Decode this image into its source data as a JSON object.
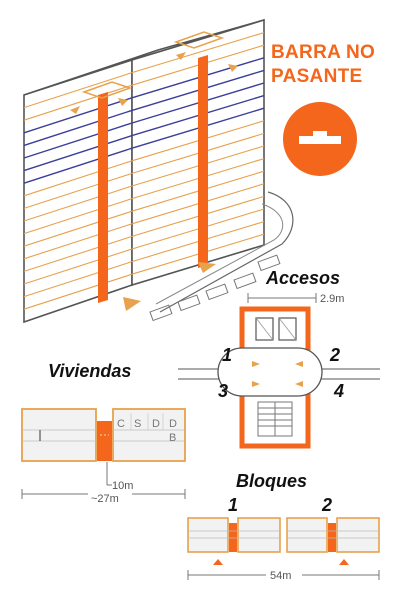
{
  "title": {
    "line1": "BARRA NO",
    "line2": "PASANTE"
  },
  "accesos": {
    "heading": "Accesos",
    "width_dim": "2.9m",
    "numbers": [
      "1",
      "2",
      "3",
      "4"
    ]
  },
  "viviendas": {
    "heading": "Viviendas",
    "rooms": [
      "C",
      "S",
      "D",
      "D"
    ],
    "room_b": "B",
    "dim_core": "10m",
    "dim_total": "~27m"
  },
  "bloques": {
    "heading": "Bloques",
    "numbers": [
      "1",
      "2"
    ],
    "dim_total": "54m"
  },
  "colors": {
    "accent": "#f4661b",
    "outline": "#e8a14c",
    "structure": "#555555",
    "floor_line": "#3b3f9a",
    "flat": "#f2f2f2"
  }
}
